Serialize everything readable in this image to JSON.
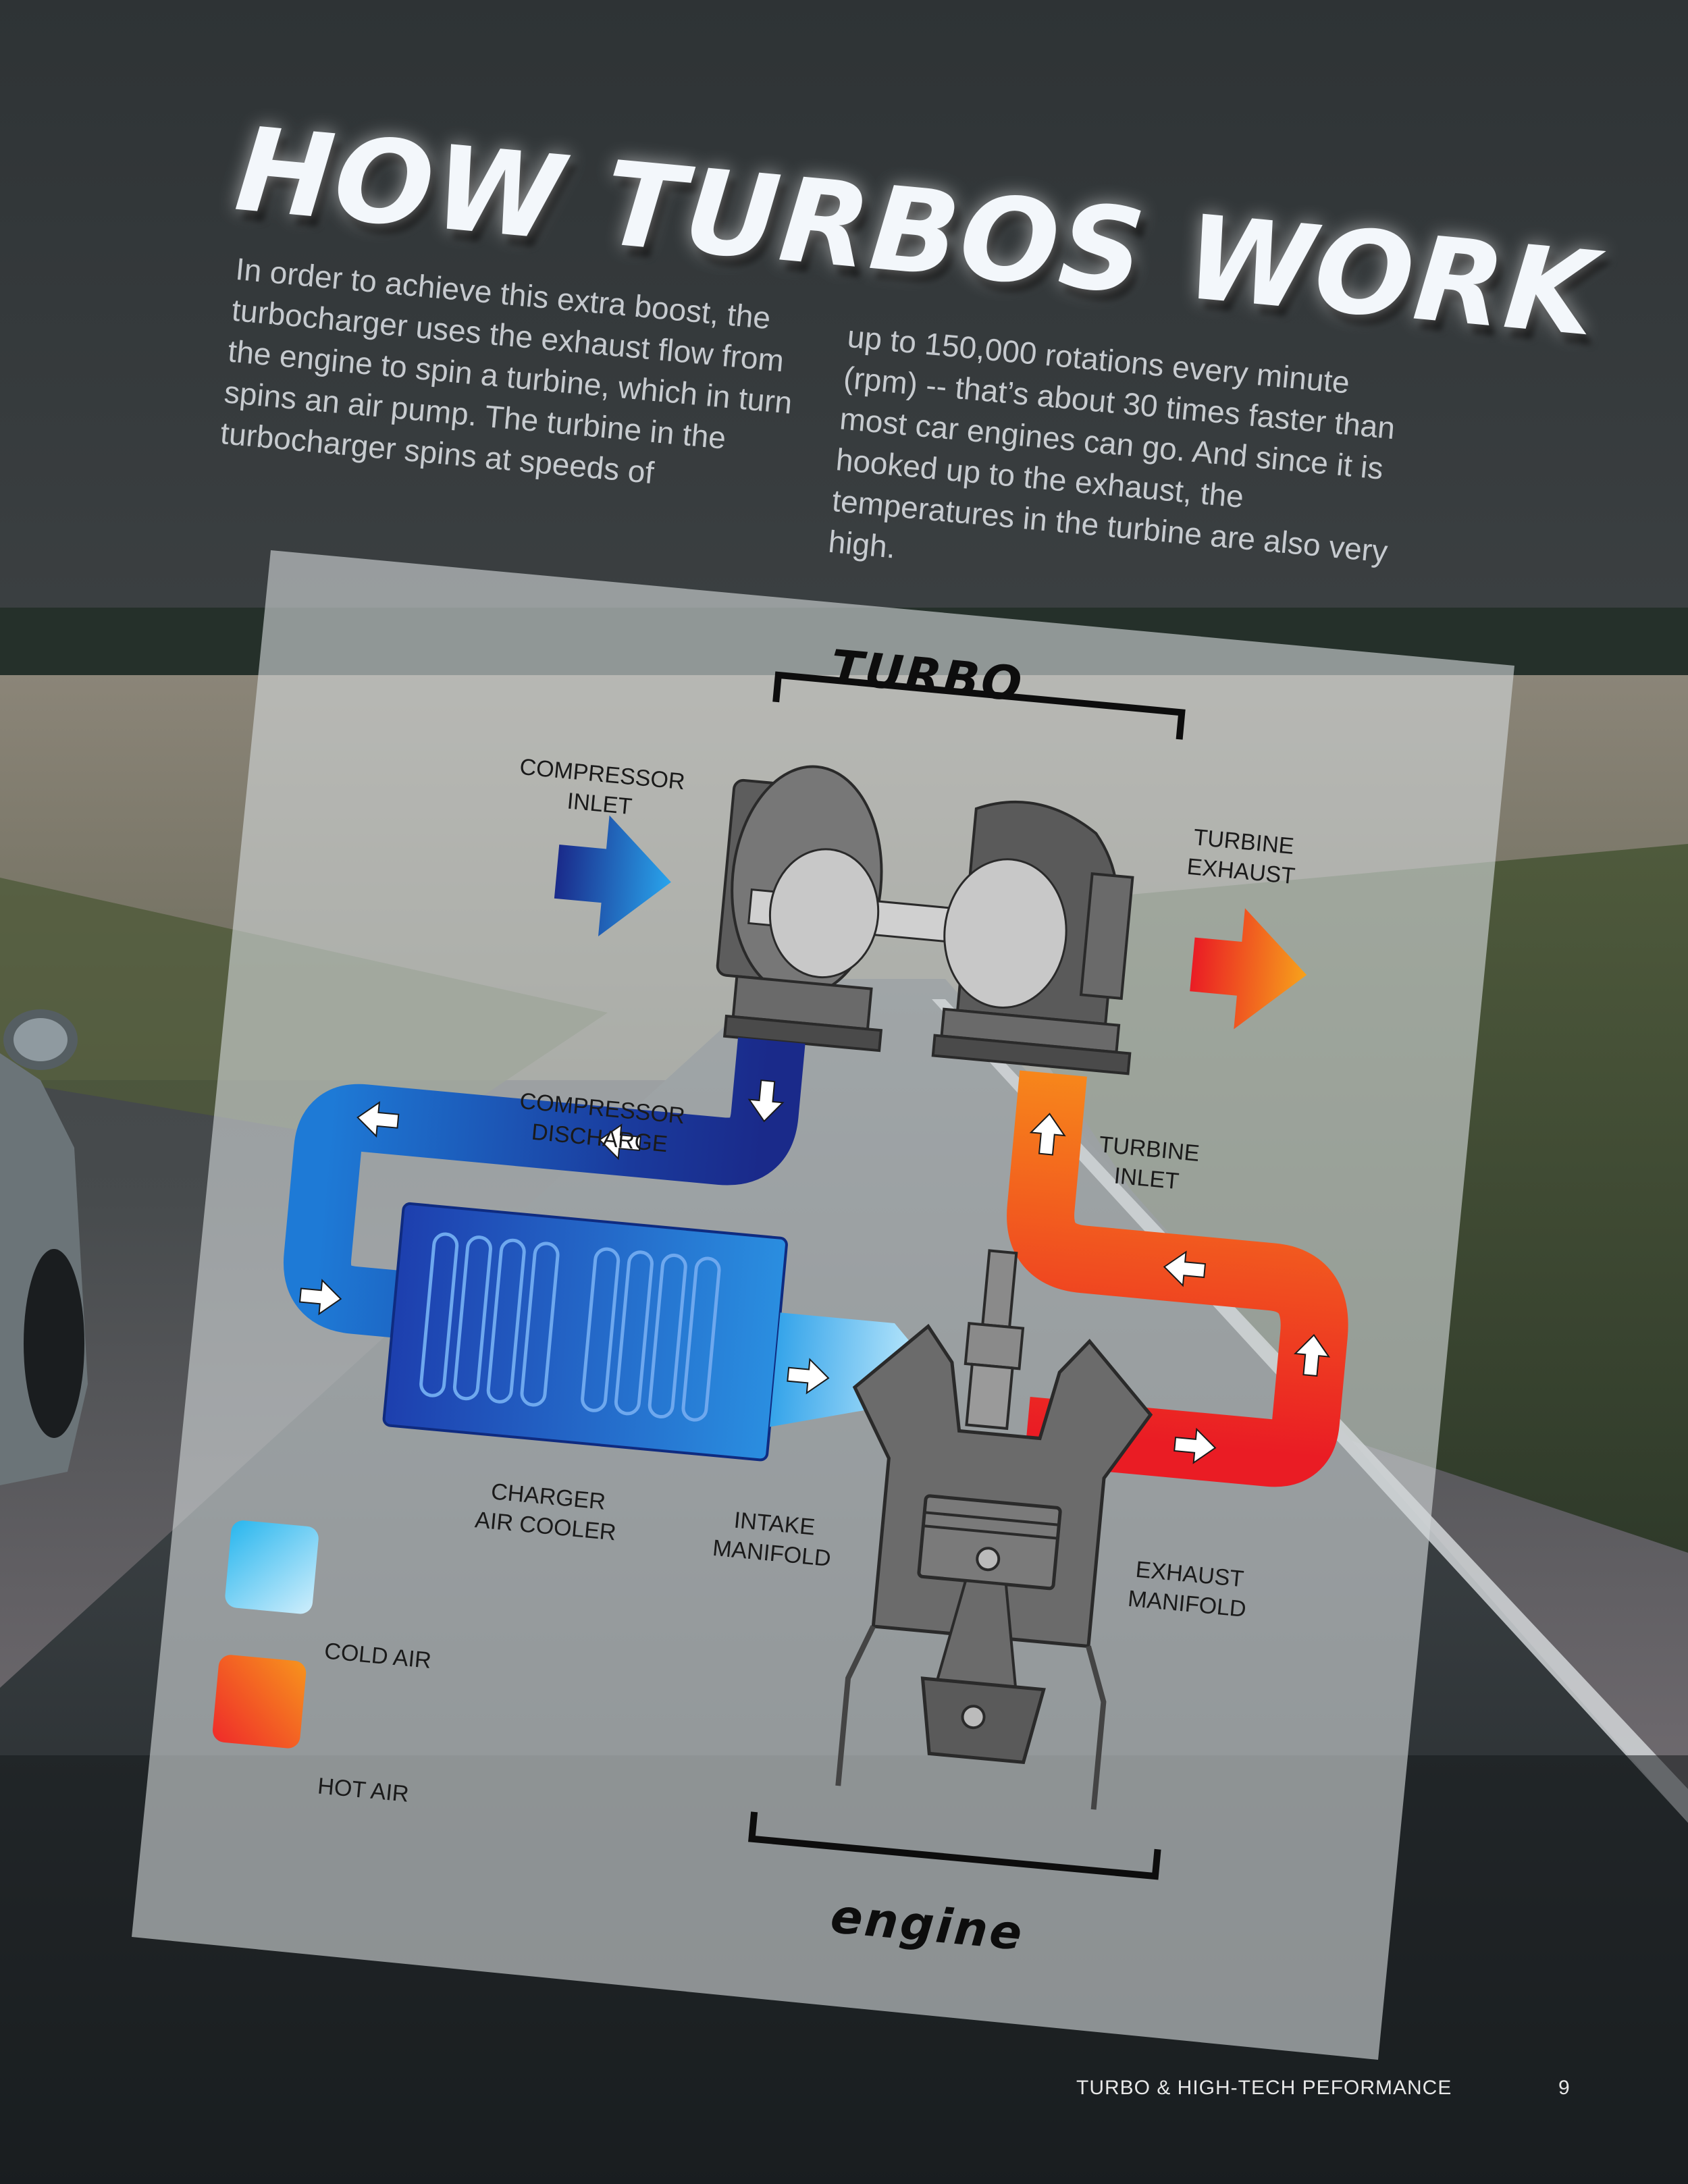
{
  "title": "HOW TURBOS WORK",
  "body": {
    "column1": "In order to achieve this extra boost, the turbocharger uses the exhaust flow from the engine to spin a turbine, which in turn spins an air pump. The turbine in the turbocharger spins at speeds of",
    "column2": "up to 150,000 rotations every minute (rpm) -- that’s about 30 times faster than most car engines can go. And since it is hooked up to the exhaust, the temperatures in the turbine are also very high."
  },
  "diagram": {
    "turbo_heading": "TURBO",
    "engine_heading": "engine",
    "labels": {
      "compressor_inlet": "COMPRESSOR\nINLET",
      "turbine_exhaust": "TURBINE\nEXHAUST",
      "compressor_discharge": "COMPRESSOR\nDISCHARGE",
      "turbine_inlet": "TURBINE\nINLET",
      "charger_air_cooler": "CHARGER\nAIR COOLER",
      "intake_manifold": "INTAKE\nMANIFOLD",
      "exhaust_manifold": "EXHAUST\nMANIFOLD"
    },
    "legend": [
      {
        "label": "COLD AIR",
        "color_from": "#28b6ee",
        "color_to": "#cfeefc"
      },
      {
        "label": "HOT AIR",
        "color_from": "#ef2a2a",
        "color_to": "#f7941d"
      }
    ],
    "colors": {
      "cold_dark": "#1a2a8a",
      "cold_mid": "#1d6fd1",
      "cold_light": "#6fd0f5",
      "hot_red": "#ea1c24",
      "hot_orange": "#f7861b",
      "metal": "#6b6b6b"
    }
  },
  "footer": {
    "publication": "TURBO & HIGH-TECH PEFORMANCE",
    "page_number": "9"
  }
}
